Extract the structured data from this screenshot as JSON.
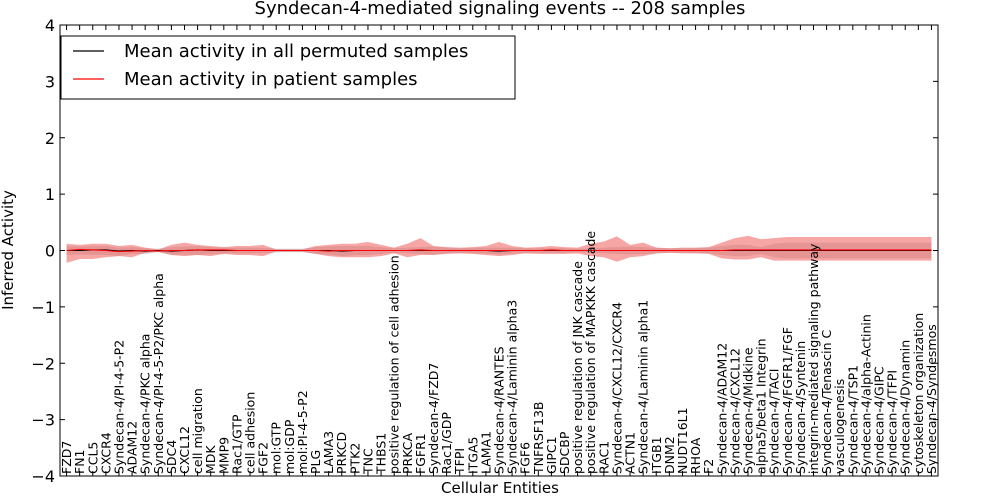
{
  "chart_data": {
    "type": "line",
    "title": "Syndecan-4-mediated signaling events -- 208 samples",
    "xlabel": "Cellular Entities",
    "ylabel": "Inferred Activity",
    "ylim": [
      -4,
      4
    ],
    "yticks": [
      -4,
      -3,
      -2,
      -1,
      0,
      1,
      2,
      3,
      4
    ],
    "grid": false,
    "legend_position": "top-left",
    "categories": [
      "FZD7",
      "FN1",
      "CCL5",
      "CXCR4",
      "Syndecan-4/PI-4-5-P2",
      "ADAM12",
      "Syndecan-4/PKC alpha",
      "Syndecan-4/PI-4-5-P2/PKC alpha",
      "SDC4",
      "CXCL12",
      "cell migration",
      "MDK",
      "MMP9",
      "Rac1/GTP",
      "cell adhesion",
      "FGF2",
      "mol:GTP",
      "mol:GDP",
      "mol:PI-4-5-P2",
      "PLG",
      "LAMA3",
      "PRKCD",
      "PTK2",
      "TNC",
      "THBS1",
      "positive regulation of cell adhesion",
      "PRKCA",
      "FGFR1",
      "Syndecan-4/FZD7",
      "Rac1/GDP",
      "TFPI",
      "ITGA5",
      "LAMA1",
      "Syndecan-4/RANTES",
      "Syndecan-4/Laminin alpha3",
      "FGF6",
      "TNFRSF13B",
      "GIPC1",
      "SDCBP",
      "positive regulation of JNK cascade",
      "positive regulation of MAPKKK cascade",
      "RAC1",
      "Syndecan-4/CXCL12/CXCR4",
      "ACTN1",
      "Syndecan-4/Laminin alpha1",
      "ITGB1",
      "DNM2",
      "NUDT16L1",
      "RHOA",
      "F2",
      "Syndecan-4/ADAM12",
      "Syndecan-4/CXCL12",
      "Syndecan-4/Midkine",
      "alpha5/beta1 Integrin",
      "Syndecan-4/TACI",
      "Syndecan-4/FGFR1/FGF",
      "Syndecan-4/Syntenin",
      "integrin-mediated signaling pathway",
      "Syndecan-4/Tenascin C",
      "vasculogenesis",
      "Syndecan-4/TSP1",
      "Syndecan-4/alpha-Actinin",
      "Syndecan-4/GIPC",
      "Syndecan-4/TFPI",
      "Syndecan-4/Dynamin",
      "cytoskeleton organization",
      "Syndecan-4/Syndesmos"
    ],
    "series": [
      {
        "name": "Mean activity in all permuted samples",
        "color": "#000000",
        "values": [
          0.0,
          0.0,
          0.01,
          0.01,
          -0.01,
          0.0,
          -0.01,
          0.0,
          -0.01,
          0.0,
          0.01,
          0.0,
          0.0,
          0.0,
          0.0,
          0.0,
          0.0,
          0.0,
          0.0,
          0.0,
          0.0,
          -0.01,
          0.0,
          0.0,
          0.0,
          0.0,
          0.0,
          0.0,
          0.0,
          0.0,
          0.0,
          0.0,
          0.0,
          -0.01,
          0.0,
          0.0,
          0.0,
          0.0,
          0.0,
          0.0,
          0.0,
          0.0,
          0.0,
          0.0,
          0.0,
          0.0,
          0.0,
          0.0,
          0.0,
          0.0,
          0.0,
          0.0,
          0.0,
          0.0,
          0.0,
          0.0,
          0.0,
          0.0,
          0.0,
          0.0,
          0.0,
          0.0,
          0.0,
          0.0,
          0.0,
          0.0,
          0.0
        ],
        "band": {
          "color": "#b0b0b0",
          "upper": [
            0.08,
            0.07,
            0.08,
            0.08,
            0.05,
            0.06,
            0.04,
            0.03,
            0.06,
            0.07,
            0.08,
            0.06,
            0.05,
            0.05,
            0.05,
            0.05,
            0.03,
            0.03,
            0.03,
            0.06,
            0.07,
            0.08,
            0.08,
            0.08,
            0.06,
            0.04,
            0.05,
            0.06,
            0.07,
            0.05,
            0.04,
            0.05,
            0.05,
            0.05,
            0.05,
            0.04,
            0.04,
            0.04,
            0.04,
            0.03,
            0.03,
            0.05,
            0.06,
            0.07,
            0.06,
            0.05,
            0.04,
            0.04,
            0.04,
            0.05,
            0.08,
            0.1,
            0.1,
            0.06,
            0.12,
            0.14,
            0.14,
            0.14,
            0.14,
            0.14,
            0.14,
            0.14,
            0.14,
            0.14,
            0.14,
            0.14,
            0.14
          ],
          "lower": [
            -0.08,
            -0.07,
            -0.08,
            -0.08,
            -0.1,
            -0.06,
            -0.06,
            -0.03,
            -0.08,
            -0.07,
            -0.08,
            -0.06,
            -0.05,
            -0.05,
            -0.05,
            -0.05,
            -0.03,
            -0.03,
            -0.03,
            -0.06,
            -0.07,
            -0.1,
            -0.08,
            -0.08,
            -0.06,
            -0.04,
            -0.05,
            -0.06,
            -0.07,
            -0.05,
            -0.04,
            -0.05,
            -0.05,
            -0.07,
            -0.05,
            -0.04,
            -0.04,
            -0.04,
            -0.04,
            -0.03,
            -0.03,
            -0.05,
            -0.06,
            -0.07,
            -0.06,
            -0.05,
            -0.04,
            -0.04,
            -0.04,
            -0.05,
            -0.08,
            -0.1,
            -0.1,
            -0.06,
            -0.12,
            -0.14,
            -0.14,
            -0.14,
            -0.14,
            -0.14,
            -0.14,
            -0.14,
            -0.14,
            -0.14,
            -0.14,
            -0.14,
            -0.14
          ]
        }
      },
      {
        "name": "Mean activity in patient samples",
        "color": "#ff0000",
        "values": [
          0.0,
          0.02,
          0.01,
          0.0,
          -0.02,
          -0.01,
          0.0,
          -0.01,
          0.0,
          0.0,
          0.01,
          0.01,
          0.01,
          0.0,
          0.0,
          0.0,
          0.0,
          0.0,
          0.0,
          0.0,
          -0.01,
          0.0,
          0.0,
          0.0,
          0.0,
          0.0,
          0.0,
          0.01,
          0.0,
          0.0,
          0.0,
          0.0,
          0.0,
          0.0,
          0.0,
          0.0,
          0.0,
          0.01,
          0.0,
          0.0,
          0.0,
          0.0,
          0.0,
          0.0,
          0.0,
          0.0,
          0.0,
          0.0,
          0.0,
          0.0,
          0.0,
          0.01,
          0.01,
          0.01,
          0.01,
          0.01,
          0.01,
          0.01,
          0.01,
          0.01,
          0.01,
          0.01,
          0.01,
          0.01,
          0.01,
          0.01,
          0.01
        ],
        "band": {
          "color": "#f26b6b",
          "upper": [
            0.12,
            0.1,
            0.12,
            0.12,
            0.08,
            0.1,
            0.05,
            0.02,
            0.1,
            0.14,
            0.1,
            0.08,
            0.06,
            0.08,
            0.08,
            0.1,
            0.02,
            0.02,
            0.02,
            0.08,
            0.1,
            0.12,
            0.12,
            0.15,
            0.1,
            0.05,
            0.12,
            0.22,
            0.08,
            0.06,
            0.05,
            0.06,
            0.08,
            0.15,
            0.08,
            0.05,
            0.06,
            0.08,
            0.06,
            0.05,
            0.12,
            0.16,
            0.25,
            0.1,
            0.14,
            0.05,
            0.04,
            0.05,
            0.05,
            0.06,
            0.14,
            0.22,
            0.26,
            0.2,
            0.22,
            0.24,
            0.24,
            0.24,
            0.24,
            0.24,
            0.24,
            0.24,
            0.24,
            0.24,
            0.24,
            0.24,
            0.24
          ],
          "lower": [
            -0.22,
            -0.15,
            -0.15,
            -0.12,
            -0.1,
            -0.12,
            -0.04,
            -0.02,
            -0.08,
            -0.1,
            -0.08,
            -0.1,
            -0.06,
            -0.08,
            -0.08,
            -0.1,
            -0.02,
            -0.02,
            -0.02,
            -0.06,
            -0.1,
            -0.12,
            -0.12,
            -0.12,
            -0.1,
            -0.05,
            -0.12,
            -0.08,
            -0.08,
            -0.06,
            -0.05,
            -0.06,
            -0.08,
            -0.1,
            -0.08,
            -0.05,
            -0.06,
            -0.06,
            -0.06,
            -0.05,
            -0.1,
            -0.12,
            -0.2,
            -0.12,
            -0.1,
            -0.05,
            -0.04,
            -0.05,
            -0.05,
            -0.06,
            -0.14,
            -0.16,
            -0.16,
            -0.12,
            -0.18,
            -0.18,
            -0.18,
            -0.18,
            -0.18,
            -0.18,
            -0.18,
            -0.18,
            -0.18,
            -0.18,
            -0.18,
            -0.18,
            -0.18
          ]
        }
      }
    ]
  }
}
